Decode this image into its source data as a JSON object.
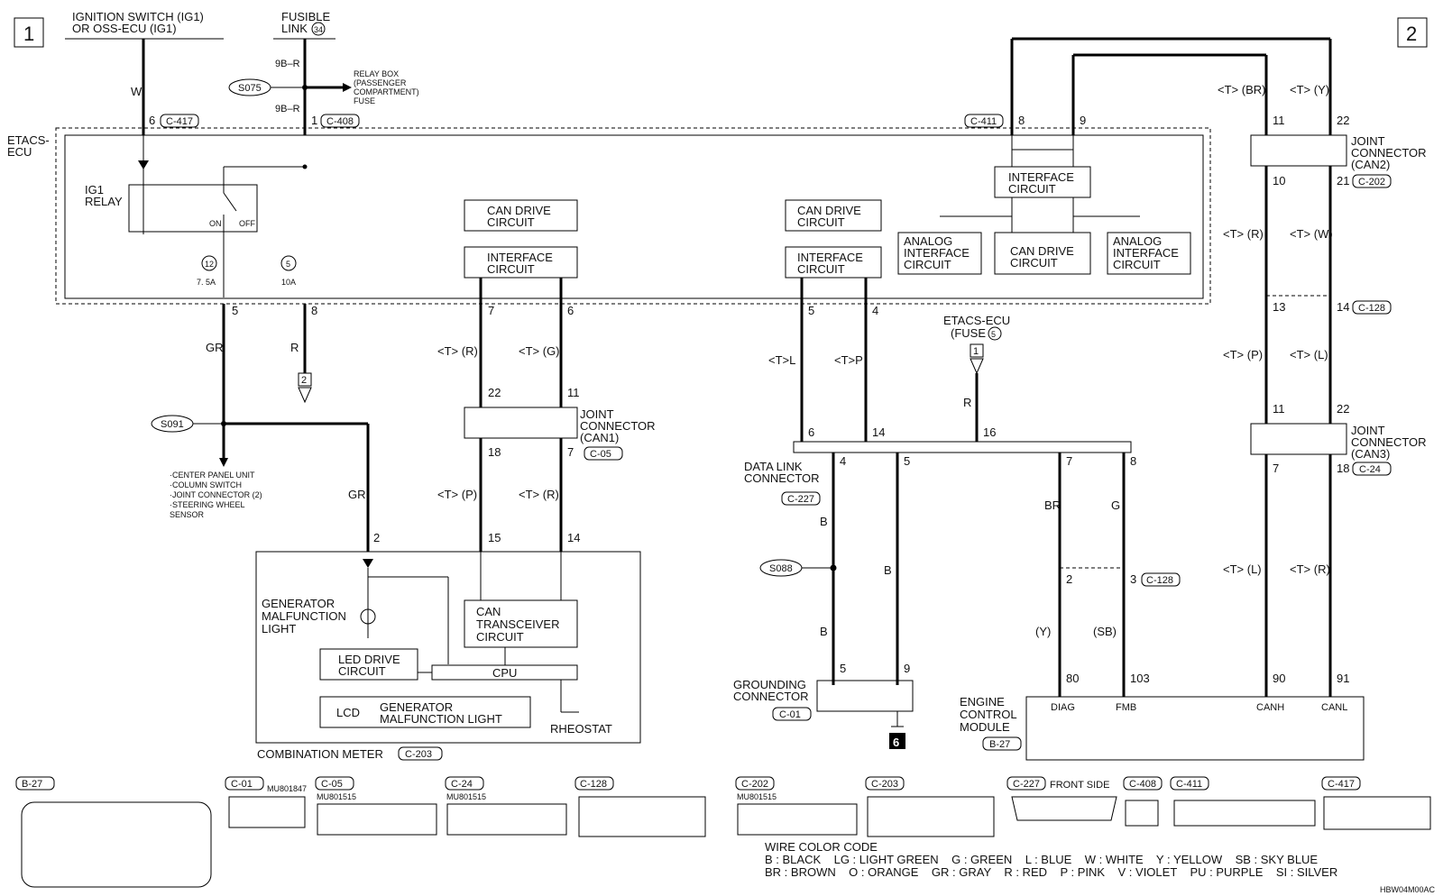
{
  "page_markers": {
    "left": "1",
    "right": "2"
  },
  "top": {
    "ign_line1": "IGNITION SWITCH (IG1)",
    "ign_line2": "OR OSS-ECU (IG1)",
    "fusible_line1": "FUSIBLE",
    "fusible_line2": "LINK",
    "fusible_num": "34",
    "relay_box_1": "RELAY BOX",
    "relay_box_2": "(PASSENGER",
    "relay_box_3": "COMPARTMENT)",
    "relay_box_4": "FUSE",
    "s075": "S075"
  },
  "etacs": {
    "label1": "ETACS-",
    "label2": "ECU",
    "ig1_relay1": "IG1",
    "ig1_relay2": "RELAY",
    "on": "ON",
    "off": "OFF",
    "fuse12": "12",
    "fuse12_amp": "7. 5A",
    "fuse5": "5",
    "fuse5_amp": "10A",
    "can_drive_1": "CAN DRIVE",
    "circuit": "CIRCUIT",
    "interface": "INTERFACE",
    "analog1": "ANALOG",
    "analog2": "INTERFACE",
    "can_drive_2": "CAN DRIVE"
  },
  "connectors": {
    "c417": "C-417",
    "c408": "C-408",
    "c411": "C-411",
    "c202": "C-202",
    "c128": "C-128",
    "c05": "C-05",
    "c227": "C-227",
    "c01": "C-01",
    "c24": "C-24",
    "c203": "C-203",
    "b27": "B-27"
  },
  "pins": {
    "p6": "6",
    "p1": "1",
    "p8": "8",
    "p9": "9",
    "p11": "11",
    "p22": "22",
    "p10": "10",
    "p21": "21",
    "p13": "13",
    "p14": "14",
    "p5": "5",
    "p7": "7",
    "p4": "4",
    "p16": "16",
    "p18": "18",
    "p15": "15",
    "p2": "2",
    "p3": "3",
    "p80": "80",
    "p103": "103",
    "p90": "90",
    "p91": "91"
  },
  "wires": {
    "w": "W",
    "b9r": "9B–R",
    "gr": "GR",
    "r": "R",
    "tr": "<T> (R)",
    "tg": "<T> (G)",
    "tp": "<T> (P)",
    "tl": "<T>L",
    "tpp": "<T>P",
    "b": "B",
    "br": "BR",
    "g": "G",
    "y": "(Y)",
    "sb": "(SB)",
    "tbr": "<T> (BR)",
    "ty": "<T> (Y)",
    "tw": "<T> (W)",
    "tll": "<T> (L)"
  },
  "labels": {
    "s091": "S091",
    "s088": "S088",
    "dest1": "·CENTER PANEL UNIT",
    "dest2": "·COLUMN SWITCH",
    "dest3": "·JOINT CONNECTOR (2)",
    "dest4": "·STEERING WHEEL",
    "dest5": " SENSOR",
    "jc_can1_1": "JOINT",
    "jc_can1_2": "CONNECTOR",
    "jc_can1_3": "(CAN1)",
    "jc_can2_3": "(CAN2)",
    "jc_can3_3": "(CAN3)",
    "etacs_fuse1": "ETACS-ECU",
    "etacs_fuse2": "(FUSE",
    "etacs_fuse_num": "5",
    "dlc1": "DATA LINK",
    "dlc2": "CONNECTOR",
    "gnd1": "GROUNDING",
    "gnd2": "CONNECTOR",
    "ecm1": "ENGINE",
    "ecm2": "CONTROL",
    "ecm3": "MODULE",
    "diag": "DIAG",
    "fmb": "FMB",
    "canh": "CANH",
    "canl": "CANL",
    "gen1": "GENERATOR",
    "gen2": "MALFUNCTION",
    "gen3": "LIGHT",
    "led1": "LED DRIVE",
    "led2": "CIRCUIT",
    "cpu": "CPU",
    "cant1": "CAN",
    "cant2": "TRANSCEIVER",
    "cant3": "CIRCUIT",
    "lcd": "LCD",
    "lcd2": "GENERATOR",
    "lcd3": "MALFUNCTION LIGHT",
    "rheostat": "RHEOSTAT",
    "combo": "COMBINATION METER",
    "ground6": "6",
    "front_side": "FRONT SIDE",
    "mu1847": "MU801847",
    "mu1515": "MU801515"
  },
  "legend": {
    "title": "WIRE COLOR CODE",
    "row1": "B : BLACK    LG : LIGHT GREEN    G : GREEN    L : BLUE    W : WHITE    Y : YELLOW    SB : SKY BLUE",
    "row2": "BR : BROWN    O : ORANGE    GR : GRAY    R : RED    P : PINK    V : VIOLET    PU : PURPLE    SI : SILVER",
    "code": "HBW04M00AC"
  },
  "connector_faces": {
    "c408": "C-408",
    "c409": "C-411",
    "c417": "C-417",
    "c202": "C-202",
    "c203": "C-203",
    "c227": "C-227",
    "c128": "C-128",
    "c24": "C-24",
    "c05": "C-05",
    "c01": "C-01",
    "b27": "B-27"
  }
}
